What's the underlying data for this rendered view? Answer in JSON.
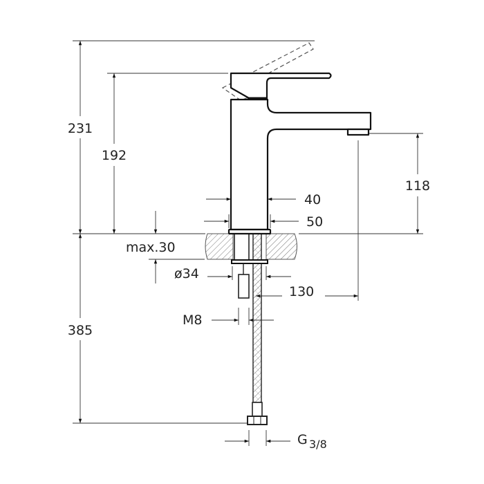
{
  "dimensions": {
    "total_height": "231",
    "lever_height": "192",
    "spout_height": "118",
    "body_width": "40",
    "base_width": "50",
    "counter_thickness": "max.30",
    "hole_diameter": "ø34",
    "spout_reach": "130",
    "stud_thread": "M8",
    "hose_length": "385",
    "hose_connection": "G",
    "hose_connection_fraction": "3/8"
  },
  "colors": {
    "line": "#111111",
    "hatch": "#777777",
    "background": "#ffffff"
  }
}
